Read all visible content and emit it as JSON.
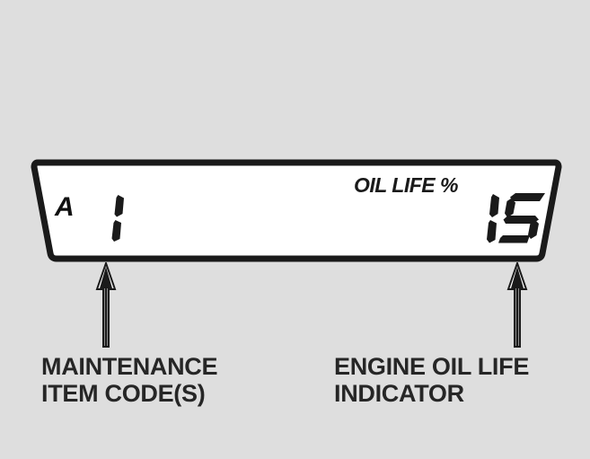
{
  "background_color": "#dedede",
  "display": {
    "name": "maintenance-minder-lcd",
    "shape": "trapezoid",
    "bezel_color": "#1a1a1a",
    "screen_color": "#ffffff",
    "maintenance_item_code": {
      "letter": "A",
      "number": "1",
      "full": "A1"
    },
    "oil_life": {
      "label": "OIL LIFE %",
      "value": "15",
      "unit": "%"
    }
  },
  "callouts": [
    {
      "id": "maintenance-item-code",
      "arrow": "up-arrow-icon",
      "label": "MAINTENANCE\nITEM CODE(S)"
    },
    {
      "id": "engine-oil-life-indicator",
      "arrow": "up-arrow-icon",
      "label": "ENGINE OIL LIFE\nINDICATOR"
    }
  ]
}
